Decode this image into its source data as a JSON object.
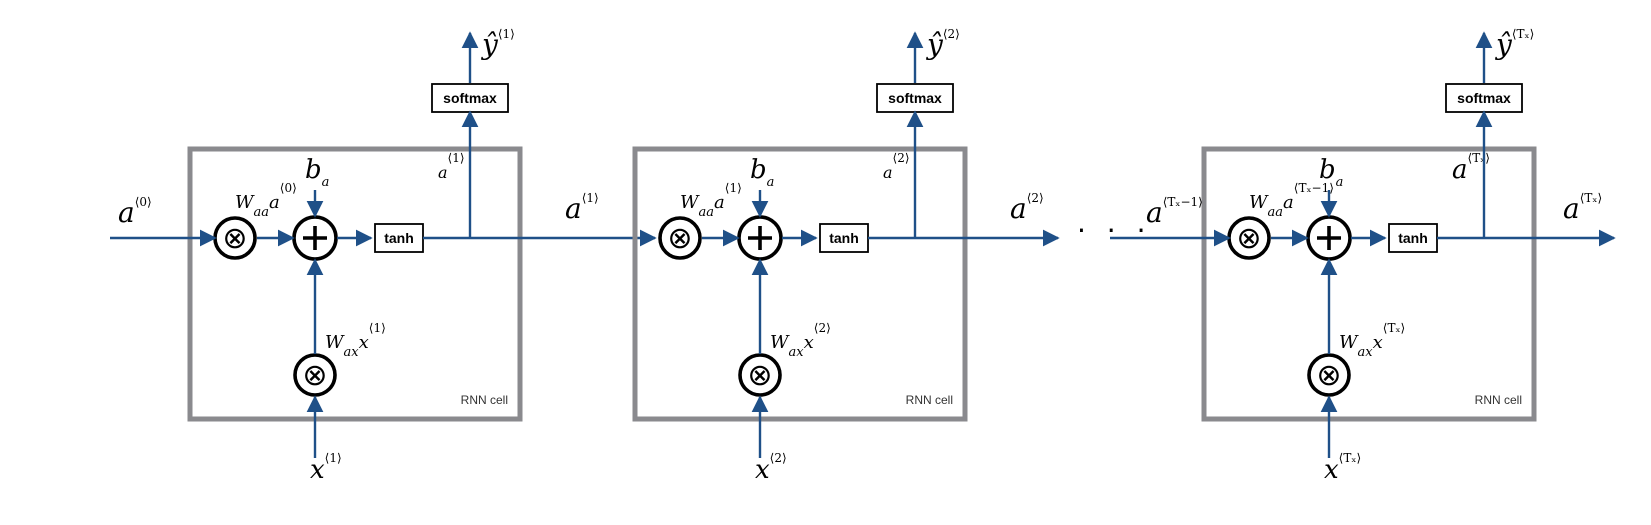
{
  "diagram": {
    "cell_label": "RNN cell",
    "softmax_label": "softmax",
    "tanh_label": "tanh",
    "multiply_glyph": "⊗",
    "ellipsis": "· · ·",
    "colors": {
      "wire": "#1f5088",
      "cell_border": "#8a8a8e",
      "ink": "#000000"
    },
    "cells": [
      {
        "name": "cell-1",
        "a_prev": {
          "base": "a",
          "sup": "⟨0⟩"
        },
        "a_next": {
          "base": "a",
          "sup": "⟨1⟩"
        },
        "a_tap": {
          "base": "a",
          "sup": "⟨1⟩"
        },
        "y_hat": {
          "base": "ŷ",
          "sup": "⟨1⟩"
        },
        "x_in": {
          "base": "x",
          "sup": "⟨1⟩"
        },
        "b": {
          "base": "b",
          "sub": "a"
        },
        "waa": {
          "base": "W",
          "sub": "aa",
          "base2": "a",
          "sup": "⟨0⟩"
        },
        "wax": {
          "base": "W",
          "sub": "ax",
          "base2": "x",
          "sup": "⟨1⟩"
        }
      },
      {
        "name": "cell-2",
        "a_next": {
          "base": "a",
          "sup": "⟨2⟩"
        },
        "a_tap": {
          "base": "a",
          "sup": "⟨2⟩"
        },
        "y_hat": {
          "base": "ŷ",
          "sup": "⟨2⟩"
        },
        "x_in": {
          "base": "x",
          "sup": "⟨2⟩"
        },
        "b": {
          "base": "b",
          "sub": "a"
        },
        "waa": {
          "base": "W",
          "sub": "aa",
          "base2": "a",
          "sup": "⟨1⟩"
        },
        "wax": {
          "base": "W",
          "sub": "ax",
          "base2": "x",
          "sup": "⟨2⟩"
        }
      },
      {
        "name": "cell-tx",
        "a_prev": {
          "base": "a",
          "sup": "⟨Tₓ−1⟩"
        },
        "a_next": {
          "base": "a",
          "sup": "⟨Tₓ⟩"
        },
        "a_tap": {
          "base": "a",
          "sup": "⟨Tₓ⟩"
        },
        "y_hat": {
          "base": "ŷ",
          "sup": "⟨Tₓ⟩"
        },
        "x_in": {
          "base": "x",
          "sup": "⟨Tₓ⟩"
        },
        "b": {
          "base": "b",
          "sub": "a"
        },
        "waa": {
          "base": "W",
          "sub": "aa",
          "base2": "a",
          "sup": "⟨Tₓ−1⟩"
        },
        "wax": {
          "base": "W",
          "sub": "ax",
          "base2": "x",
          "sup": "⟨Tₓ⟩"
        }
      }
    ]
  }
}
